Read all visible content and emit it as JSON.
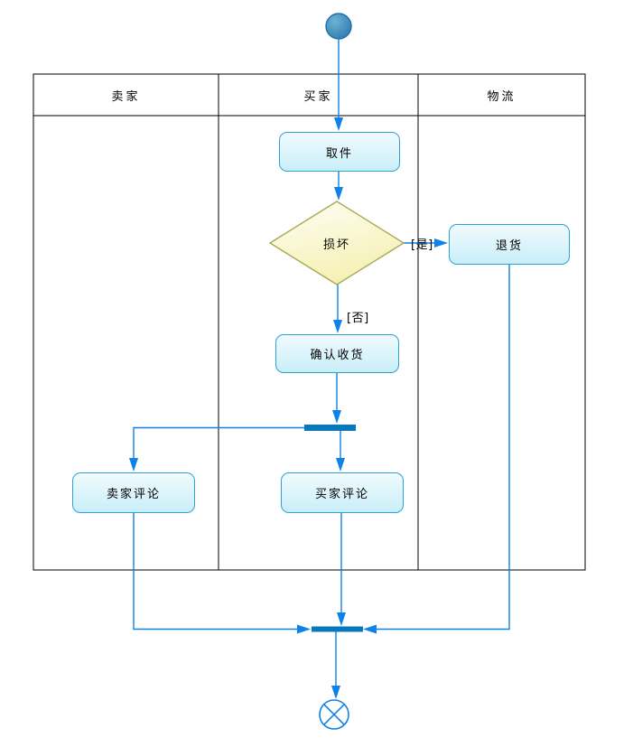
{
  "lanes": [
    {
      "label": "卖家"
    },
    {
      "label": "买家"
    },
    {
      "label": "物流"
    }
  ],
  "nodes": {
    "pickup": {
      "label": "取件"
    },
    "decision": {
      "label": "损坏"
    },
    "return_goods": {
      "label": "退货"
    },
    "confirm_receipt": {
      "label": "确认收货"
    },
    "seller_review": {
      "label": "卖家评论"
    },
    "buyer_review": {
      "label": "买家评论"
    }
  },
  "edge_labels": {
    "yes": "[是]",
    "no": "[否]"
  },
  "colors": {
    "connector": "#0d82e8",
    "bar": "#0878be",
    "node_border": "#2ba2dc",
    "node_fill_top": "#f0fbfe",
    "node_fill_bottom": "#c9eef8",
    "decision_border": "#a9a953",
    "decision_fill_top": "#fffef4",
    "decision_fill_bottom": "#f5f1b6",
    "start_fill_light": "#6fb1d4",
    "start_fill_dark": "#2e7cae",
    "start_stroke": "#2272a8",
    "lane_border": "#000000",
    "text": "#000000"
  }
}
